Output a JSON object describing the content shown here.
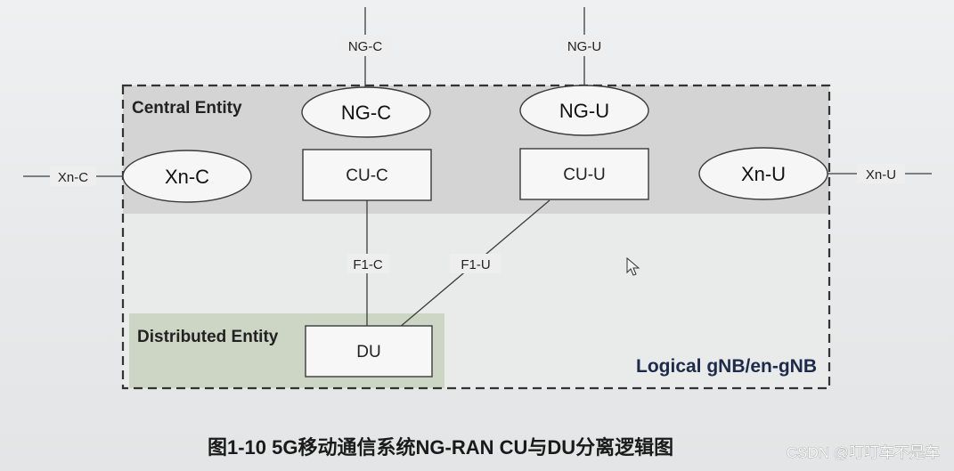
{
  "diagram": {
    "central_entity": "Central Entity",
    "distributed_entity": "Distributed Entity",
    "logical_label": "Logical gNB/en-gNB",
    "nodes": {
      "ng_c": "NG-C",
      "ng_u": "NG-U",
      "xn_c": "Xn-C",
      "xn_u": "Xn-U",
      "cu_c": "CU-C",
      "cu_u": "CU-U",
      "du": "DU"
    },
    "interfaces": {
      "ng_c": "NG-C",
      "ng_u": "NG-U",
      "xn_c": "Xn-C",
      "xn_u": "Xn-U",
      "f1_c": "F1-C",
      "f1_u": "F1-U"
    }
  },
  "caption": "图1-10 5G移动通信系统NG-RAN CU与DU分离逻辑图",
  "watermark": "CSDN @叮叮车不是车"
}
